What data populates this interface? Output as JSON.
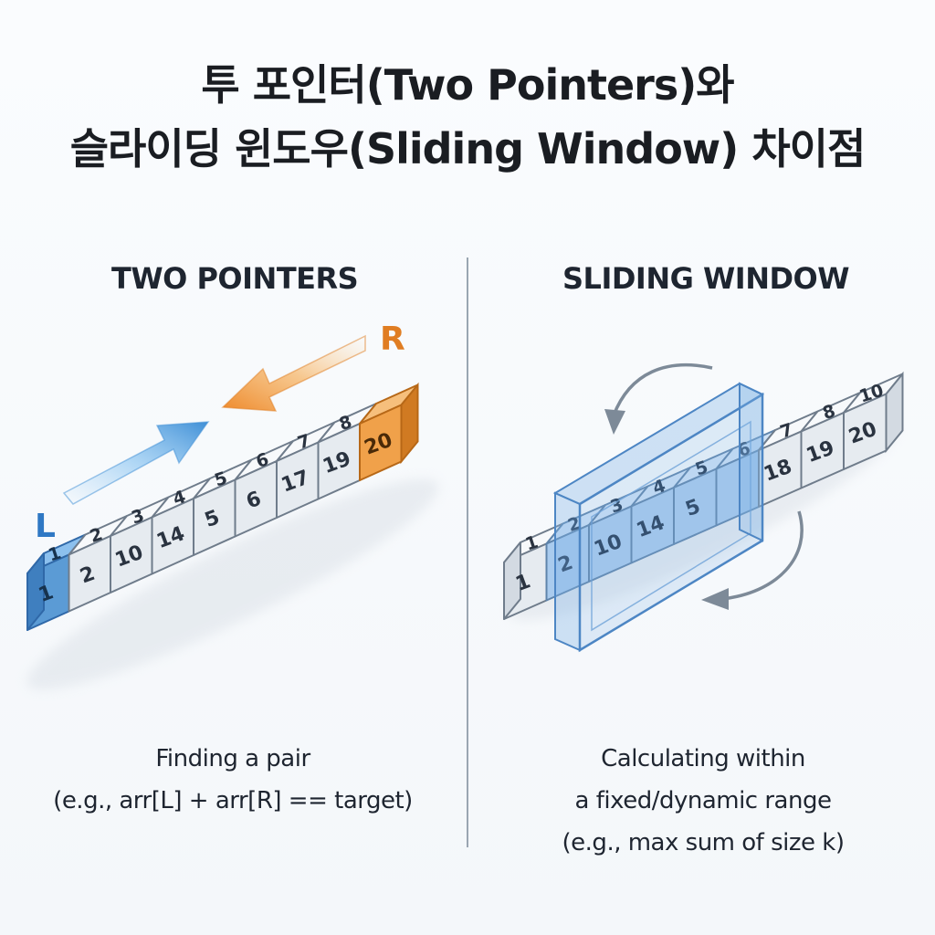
{
  "title": {
    "line1": "투 포인터(Two Pointers)와",
    "line2": "슬라이딩 윈도우(Sliding Window) 차이점"
  },
  "two_pointers": {
    "heading": "TWO POINTERS",
    "left_label": "L",
    "right_label": "R",
    "top_values": [
      "1",
      "2",
      "3",
      "4",
      "5",
      "6",
      "7",
      "8"
    ],
    "front_values": [
      "1",
      "2",
      "10",
      "14",
      "5",
      "6",
      "17",
      "19",
      "20"
    ],
    "caption_line1": "Finding a pair",
    "caption_line2": "(e.g., arr[L] + arr[R] == target)"
  },
  "sliding_window": {
    "heading": "SLIDING WINDOW",
    "top_values": [
      "1",
      "2",
      "3",
      "4",
      "5",
      "6",
      "7",
      "8",
      "10"
    ],
    "front_values": [
      "1",
      "2",
      "10",
      "14",
      "5",
      "18",
      "19",
      "20"
    ],
    "caption_line1": "Calculating within",
    "caption_line2": "a fixed/dynamic range",
    "caption_line3": "(e.g., max sum of size k)"
  },
  "colors": {
    "left_pointer": "#5b9bd5",
    "right_pointer": "#f0a14a",
    "window_glass": "#7fb2e5",
    "cube_face": "#eef2f6",
    "divider": "#9aa6b2"
  }
}
